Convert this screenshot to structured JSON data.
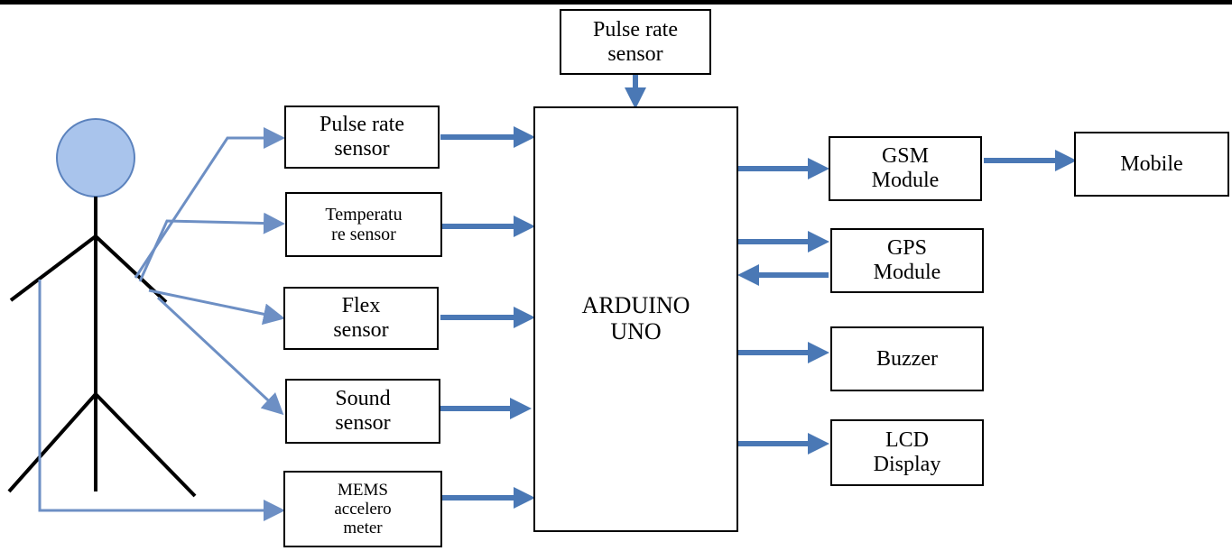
{
  "diagram": {
    "nodes": {
      "pulse_top": "Pulse rate\nsensor",
      "pulse_left": "Pulse rate\nsensor",
      "temperature": "Temperatu\nre sensor",
      "flex": "Flex\nsensor",
      "sound": "Sound\nsensor",
      "mems": "MEMS\naccelero\nmeter",
      "arduino": "ARDUINO\nUNO",
      "gsm": "GSM\nModule",
      "mobile": "Mobile",
      "gps": "GPS\nModule",
      "buzzer": "Buzzer",
      "lcd": "LCD\nDisplay"
    },
    "colors": {
      "arrow": "#4a78b5",
      "wire": "#6d8fc4",
      "head_fill": "#a9c4ec",
      "head_stroke": "#5b82bd",
      "stick": "#000000"
    }
  }
}
